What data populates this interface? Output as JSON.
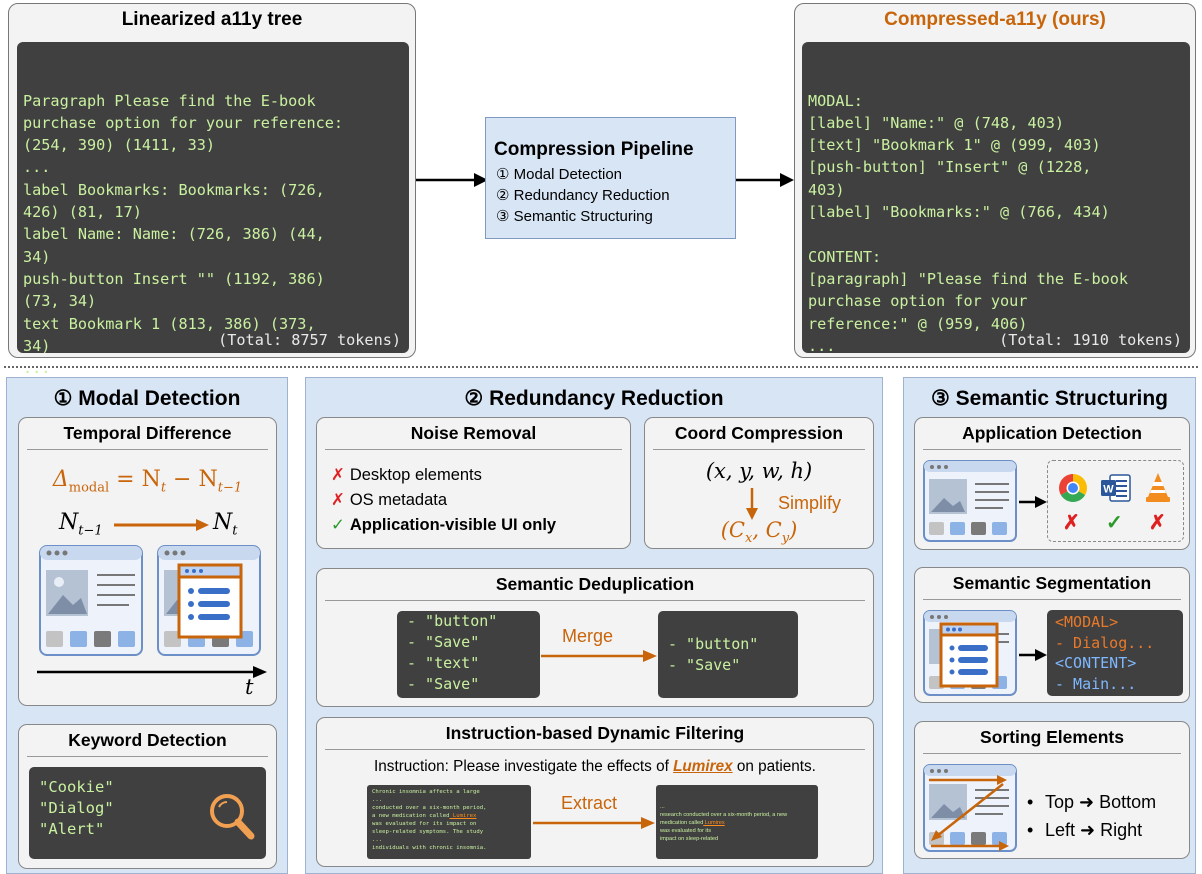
{
  "top": {
    "left_title": "Linearized a11y tree",
    "left_lines": [
      "Paragraph Please find the E-book",
      "purchase option for your reference:",
      "(254, 390) (1411, 33)",
      "...",
      "label Bookmarks: Bookmarks: (726,",
      "426) (81, 17)",
      "label Name: Name: (726, 386) (44,",
      "34)",
      "push-button Insert \"\" (1192, 386)",
      "(73, 34)",
      "text Bookmark 1 (813, 386) (373,",
      "34)",
      "..."
    ],
    "left_total": "(Total: 8757 tokens)",
    "pipeline_title": "Compression Pipeline",
    "pipeline_steps": [
      "① Modal Detection",
      "② Redundancy Reduction",
      "③ Semantic Structuring"
    ],
    "right_title": "Compressed-a11y (ours)",
    "right_lines": [
      "MODAL:",
      "[label] \"Name:\" @ (748, 403)",
      "[text] \"Bookmark 1\" @ (999, 403)",
      "[push-button] \"Insert\" @ (1228,",
      "403)",
      "[label] \"Bookmarks:\" @ (766, 434)",
      "",
      "CONTENT:",
      "[paragraph] \"Please find the E-book",
      "purchase option for your",
      "reference:\" @ (959, 406)",
      "..."
    ],
    "right_total": "(Total: 1910 tokens)"
  },
  "modal": {
    "title": "① Modal Detection",
    "temporal_title": "Temporal Difference",
    "formula_lhs": "Δ",
    "formula_sub": "modal",
    "formula_rhs": "= N",
    "formula_t": "t",
    "formula_minus": " − N",
    "formula_t1": "t−1",
    "seq_from": "N",
    "seq_from_sub": "t−1",
    "seq_to": "N",
    "seq_to_sub": "t",
    "axis_label": "t",
    "keyword_title": "Keyword Detection",
    "keywords": [
      "\"Cookie\"",
      "\"Dialog\"",
      "\"Alert\""
    ]
  },
  "redundancy": {
    "title": "② Redundancy Reduction",
    "noise_title": "Noise Removal",
    "noise_items": [
      {
        "mark": "✗",
        "text": "Desktop elements"
      },
      {
        "mark": "✗",
        "text": "OS metadata"
      },
      {
        "mark": "✓",
        "text": "Application-visible UI only"
      }
    ],
    "coord_title": "Coord Compression",
    "coord_from": "(x, y, w, h)",
    "coord_action": "Simplify",
    "coord_to_open": "(C",
    "coord_to_x": "x",
    "coord_to_mid": ", C",
    "coord_to_y": "y",
    "coord_to_close": ")",
    "dedup_title": "Semantic Deduplication",
    "dedup_in": [
      "- \"button\"",
      "- \"Save\"",
      "- \"text\"",
      "- \"Save\""
    ],
    "dedup_action": "Merge",
    "dedup_out": [
      "- \"button\"",
      "- \"Save\""
    ],
    "filter_title": "Instruction-based Dynamic Filtering",
    "instruction_prefix": "Instruction: Please investigate the effects of ",
    "instruction_keyword": "Lumirex",
    "instruction_suffix": " on patients.",
    "filter_action": "Extract",
    "filter_in_lines": [
      "Chronic insomnia affects a large",
      "...",
      "conducted over a six-month period,",
      "a new medication called",
      "was evaluated for its impact on",
      "sleep-related symptoms. The study",
      "...",
      "individuals with chronic insomnia."
    ],
    "filter_in_keyword": "Lumirex",
    "filter_out_lines": [
      "...",
      "research conducted over a six-month period, a new",
      "medication called",
      "was evaluated for its",
      "impact on sleep-related"
    ],
    "filter_out_keyword": "Lumirex"
  },
  "semantic": {
    "title": "③ Semantic Structuring",
    "app_title": "Application Detection",
    "app_marks": [
      "✗",
      "✓",
      "✗"
    ],
    "app_icons": [
      "chrome-icon",
      "word-icon",
      "vlc-icon"
    ],
    "seg_title": "Semantic Segmentation",
    "seg_lines": [
      "<MODAL>",
      "- Dialog...",
      "<CONTENT>",
      "- Main..."
    ],
    "sort_title": "Sorting Elements",
    "sort_items": [
      "Top ➜ Bottom",
      "Left ➜ Right"
    ]
  },
  "colors": {
    "orange": "#c8650a",
    "panel": "#d8e5f5",
    "terminal": "#404040",
    "terminal_text": "#c9f1a0",
    "red": "#e02020",
    "green": "#2a9a2a"
  }
}
